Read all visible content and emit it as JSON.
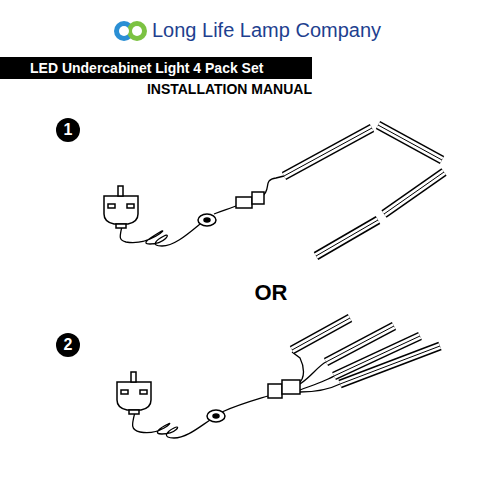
{
  "diagram": {
    "title": "Long Life Lamp Company",
    "nodes": [
      {
        "text": [
          "LED Undercabinet Light 4 Pack Set"
        ]
      },
      {
        "text": [
          "1"
        ]
      },
      {
        "text": [
          "2"
        ]
      }
    ],
    "labels": [
      "INSTALLATION MANUAL",
      "OR"
    ]
  }
}
